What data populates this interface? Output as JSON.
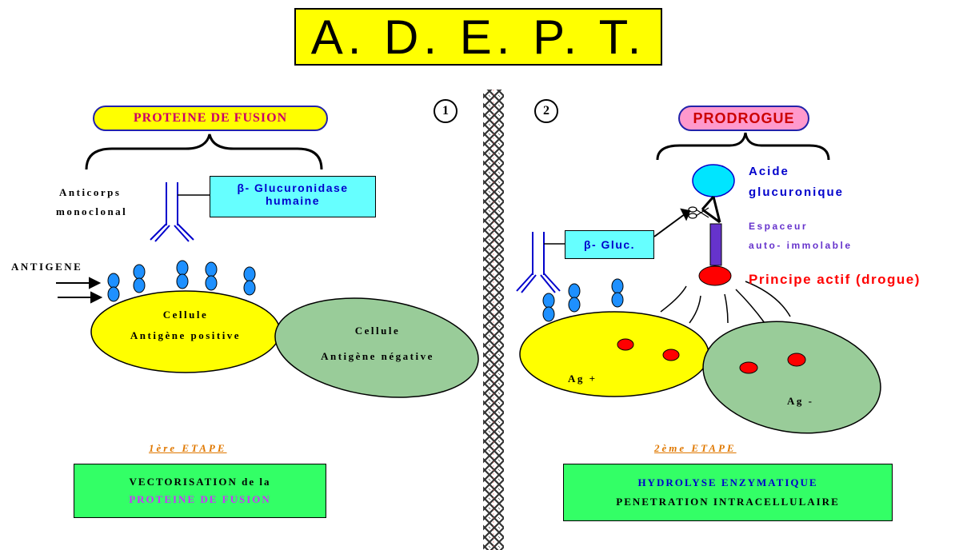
{
  "title": "A. D. E. P. T.",
  "left": {
    "step_number": "1",
    "fusion_pill": "PROTEINE DE FUSION",
    "antibody_label_1": "Anticorps",
    "antibody_label_2": "monoclonal",
    "enzyme_line_1": "β- Glucuronidase",
    "enzyme_line_2": "humaine",
    "antigen_label": "ANTIGENE",
    "cell_pos_line_1": "Cellule",
    "cell_pos_line_2": "Antigène positive",
    "cell_neg_line_1": "Cellule",
    "cell_neg_line_2": "Antigène négative",
    "step_label": "1ère ETAPE",
    "box_line_1": "VECTORISATION de la",
    "box_line_2": "PROTEINE DE FUSION"
  },
  "right": {
    "step_number": "2",
    "prodrogue_pill": "PRODROGUE",
    "acid_line_1": "Acide",
    "acid_line_2": "glucuronique",
    "spacer_line_1": "Espaceur",
    "spacer_line_2": "auto- immolable",
    "active_principle": "Principe actif (drogue)",
    "enzyme_short": "β- Gluc.",
    "ag_pos": "Ag +",
    "ag_neg": "Ag -",
    "step_label": "2ème ETAPE",
    "box_line_1": "HYDROLYSE ENZYMATIQUE",
    "box_line_2": "PENETRATION INTRACELLULAIRE"
  },
  "colors": {
    "title_bg": "#ffff00",
    "enzyme_bg": "#66ffff",
    "cell_positive": "#ffff00",
    "cell_negative": "#99cc99",
    "antigen": "#1e90ff",
    "drug": "#ff0000",
    "spacer": "#6633cc",
    "result_box": "#33ff66",
    "step_label": "#e07800"
  }
}
